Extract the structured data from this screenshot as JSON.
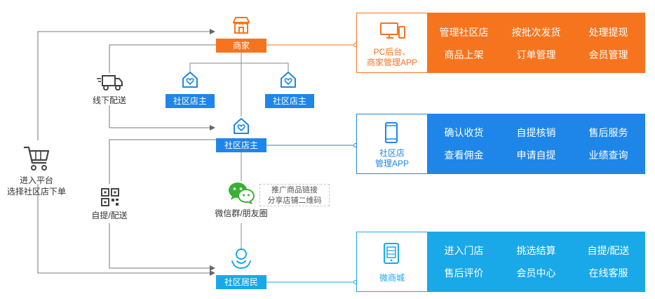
{
  "left_flow": {
    "platform_label": [
      "进入平台",
      "选择社区店下单"
    ],
    "offline_delivery": "线下配送",
    "pickup_delivery": "自提/配送"
  },
  "nodes": {
    "merchant": "商家",
    "store_owner_left": "社区店主",
    "store_owner_right": "社区店主",
    "store_owner_main": "社区店主",
    "wechat": "微信群/朋友圈",
    "resident": "社区居民"
  },
  "promo_box": [
    "推广商品链接",
    "分享店铺二维码"
  ],
  "panels": [
    {
      "caption": [
        "PC后台、",
        "商家管理APP"
      ],
      "icon": "monitor-phone-icon",
      "color": "#f7741f",
      "features": [
        "管理社区店",
        "按批次发货",
        "处理提现",
        "商品上架",
        "订单管理",
        "会员管理"
      ]
    },
    {
      "caption": [
        "社区店",
        "管理APP"
      ],
      "icon": "phone-icon",
      "color": "#1e86e8",
      "features": [
        "确认收货",
        "自提核销",
        "售后服务",
        "查看佣金",
        "申请自提",
        "业绩查询"
      ]
    },
    {
      "caption": [
        "微商城"
      ],
      "icon": "tablet-icon",
      "color": "#1aa9e8",
      "features": [
        "进入门店",
        "挑选结算",
        "自提/配送",
        "售后评价",
        "会员中心",
        "在线客服"
      ]
    }
  ],
  "colors": {
    "orange": "#f7741f",
    "blue": "#1e86e8",
    "sky": "#1aa9e8",
    "wechat_green": "#3cb034",
    "line_gray": "#666666"
  }
}
